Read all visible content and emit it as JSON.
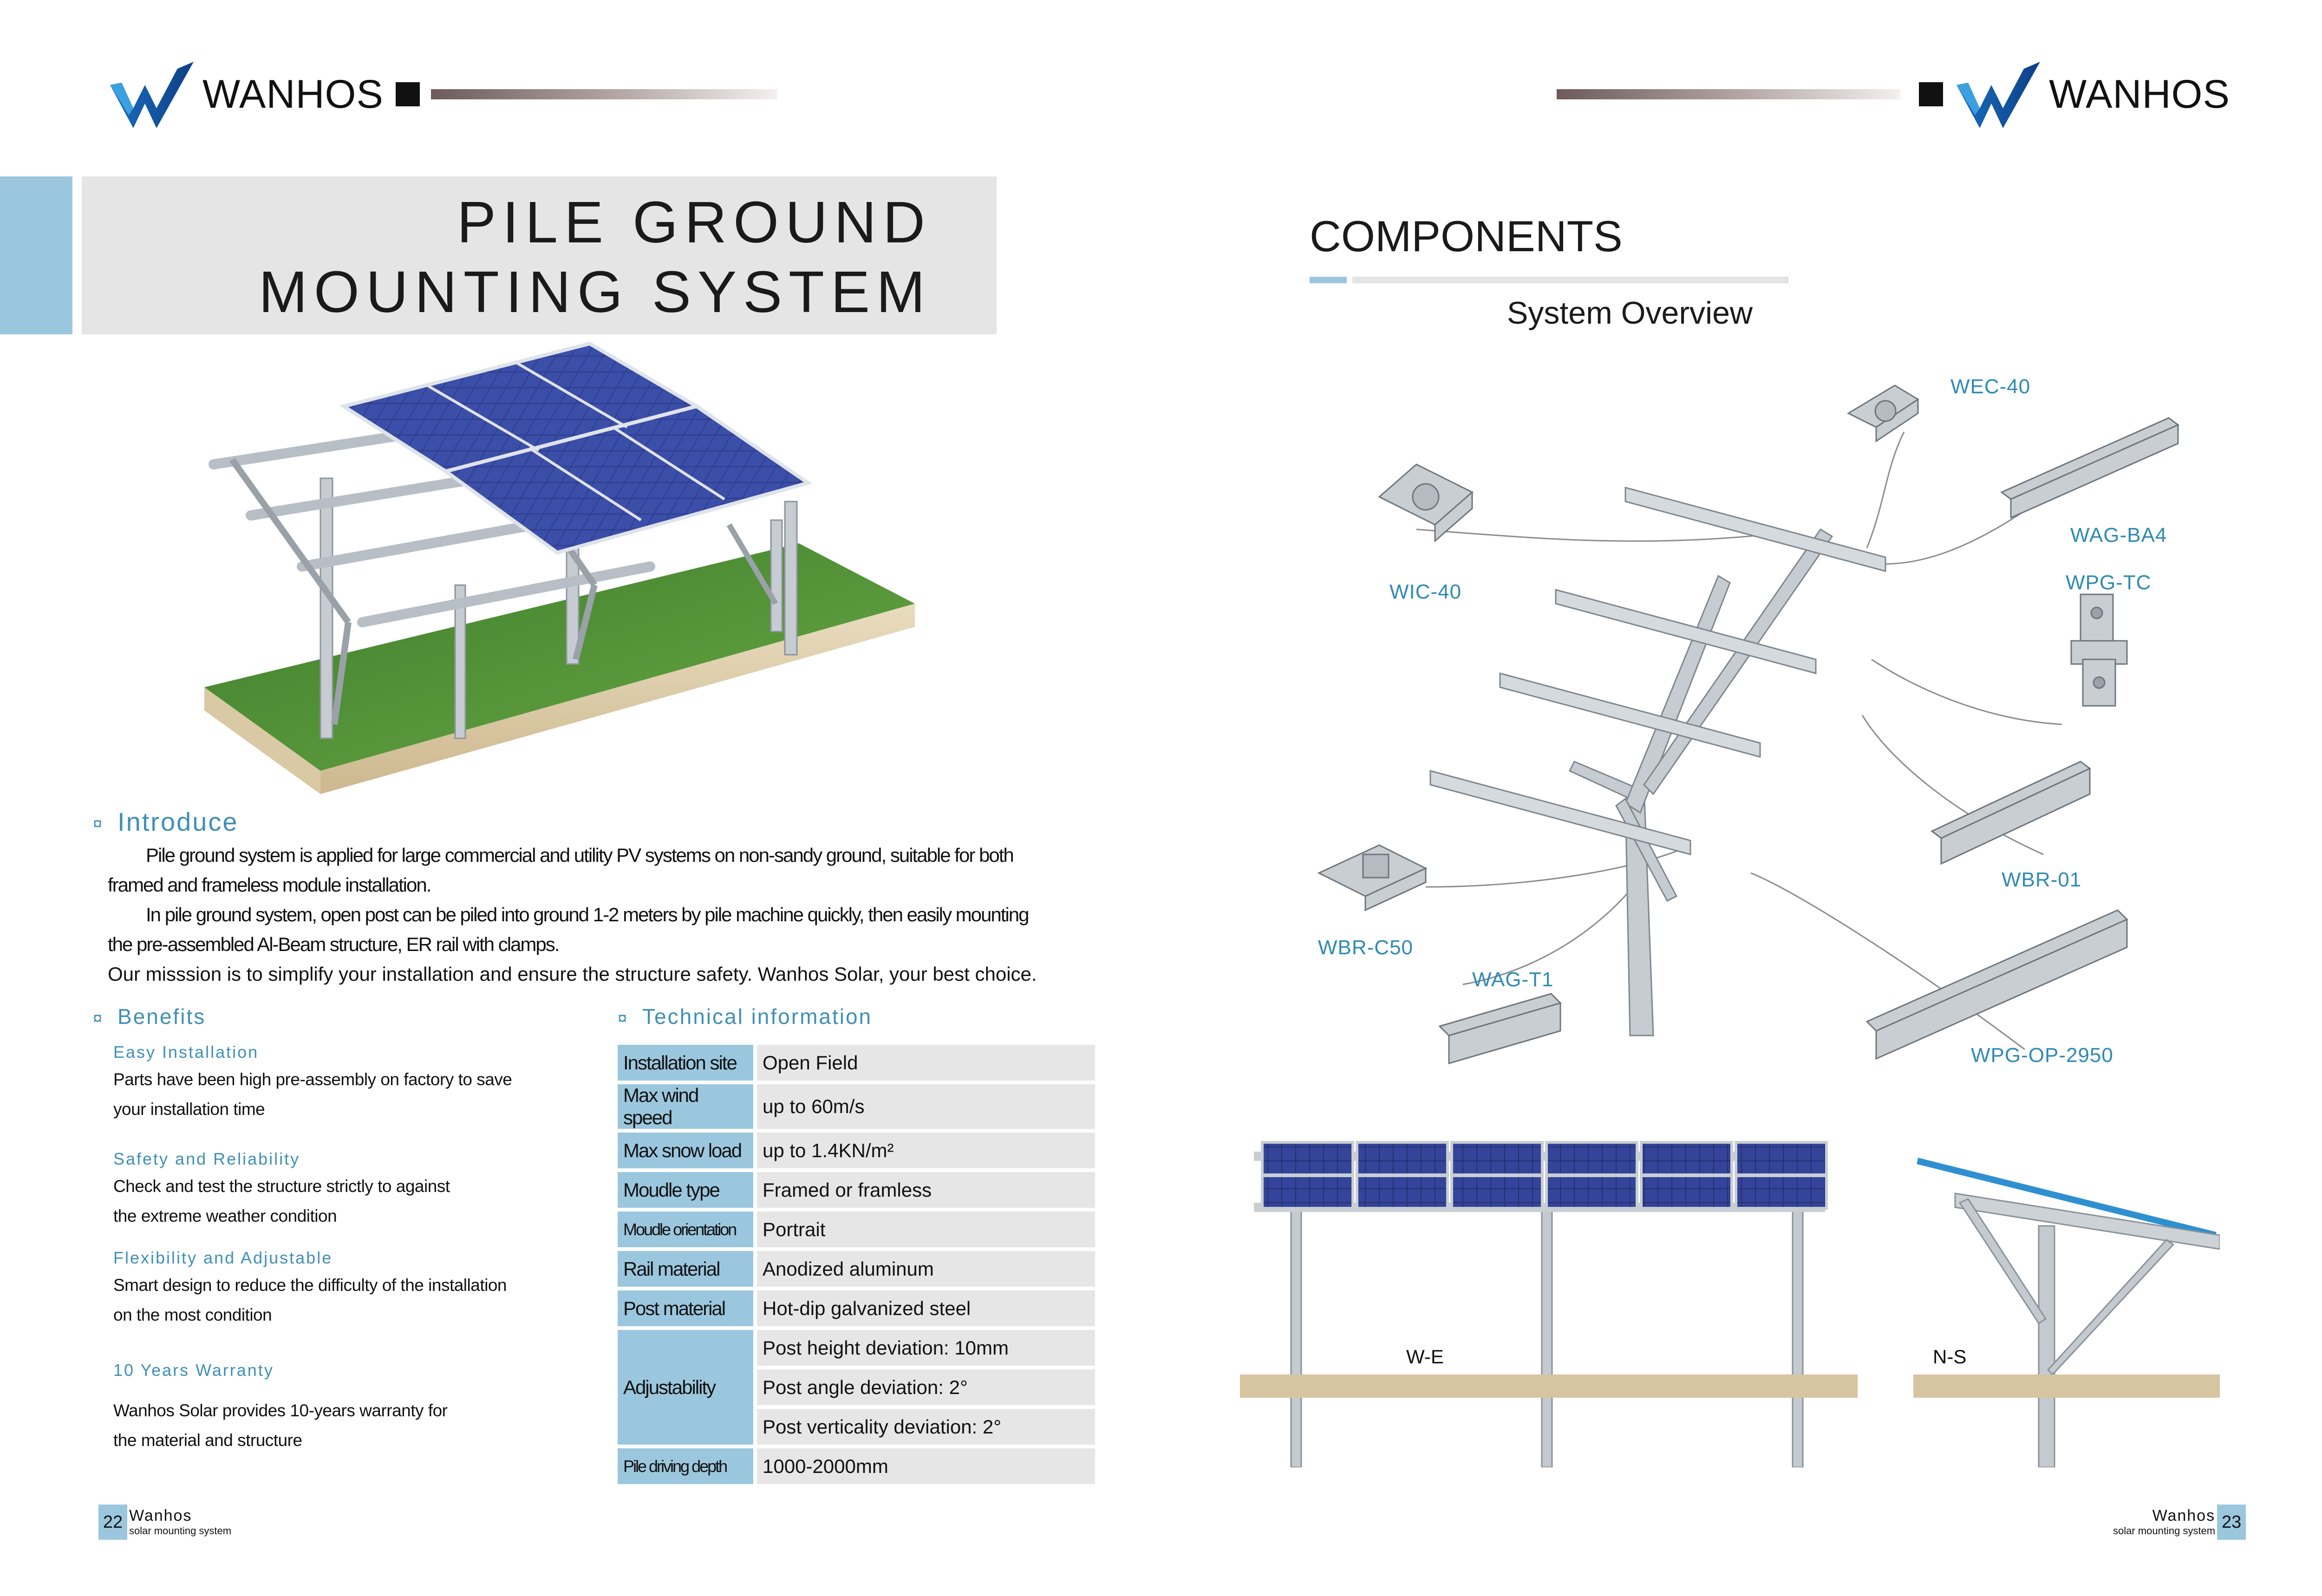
{
  "brand": {
    "name": "WANHOS"
  },
  "left": {
    "title_line1": "PILE GROUND",
    "title_line2": "MOUNTING SYSTEM",
    "intro": {
      "heading": "Introduce",
      "marker": "¤",
      "p1a": "Pile ground system is applied for large commercial and utility PV systems on non-sandy ground, suitable for both",
      "p1b": "framed and frameless module installation.",
      "p2a": "In pile ground system, open post can be piled into ground 1-2 meters by pile machine quickly, then easily  mounting",
      "p2b": "the pre-assembled Al-Beam structure, ER rail with clamps.",
      "p3": "Our misssion  is to simplify your installation and ensure the structure safety. Wanhos Solar, your best choice."
    },
    "benefits": {
      "heading": "Benefits",
      "items": [
        {
          "title": "Easy Installation",
          "l1": "Parts have been high pre-assembly on factory to save",
          "l2": "your installation time"
        },
        {
          "title": "Safety and Reliability",
          "l1": "Check and test the structure strictly  to against",
          "l2": "the extreme weather condition"
        },
        {
          "title": "Flexibility and Adjustable",
          "l1": "Smart design to reduce the difficulty of the installation",
          "l2": "on the most condition"
        },
        {
          "title": "10 Years Warranty",
          "l1": "Wanhos Solar provides 10-years warranty for",
          "l2": "the material and structure"
        }
      ]
    },
    "tech": {
      "heading": "Technical information",
      "rows": [
        {
          "k": "Installation site",
          "v": "Open Field"
        },
        {
          "k": "Max wind speed",
          "v": "up to 60m/s"
        },
        {
          "k": "Max snow load",
          "v": "up to 1.4KN/m²"
        },
        {
          "k": "Moudle type",
          "v": "Framed or framless"
        },
        {
          "k": "Moudle orientation",
          "v": "Portrait"
        },
        {
          "k": "Rail material",
          "v": "Anodized aluminum"
        },
        {
          "k": "Post material",
          "v": "Hot-dip galvanized steel"
        },
        {
          "k": "Adjustability",
          "v1": "Post height deviation: 10mm",
          "v2": "Post angle deviation: 2°",
          "v3": "Post verticality deviation: 2°"
        },
        {
          "k": "Pile driving depth",
          "v": "1000-2000mm"
        }
      ]
    },
    "footer": {
      "page": "22",
      "title": "Wanhos",
      "sub": "solar mounting system"
    }
  },
  "right": {
    "title": "COMPONENTS",
    "overview": "System Overview",
    "labels": {
      "wec40": "WEC-40",
      "wagba4": "WAG-BA4",
      "wpgtc": "WPG-TC",
      "wic40": "WIC-40",
      "wbr01": "WBR-01",
      "wbrc50": "WBR-C50",
      "wagt1": "WAG-T1",
      "wpgop": "WPG-OP-2950"
    },
    "we": "W-E",
    "ns": "N-S",
    "footer": {
      "page": "23",
      "title": "Wanhos",
      "sub": "solar mounting system"
    }
  },
  "colors": {
    "accent": "#3f8fb6",
    "key_cell": "#9bc7de",
    "value_cell": "#e6e6e6",
    "title_box": "#e5e5e5"
  }
}
